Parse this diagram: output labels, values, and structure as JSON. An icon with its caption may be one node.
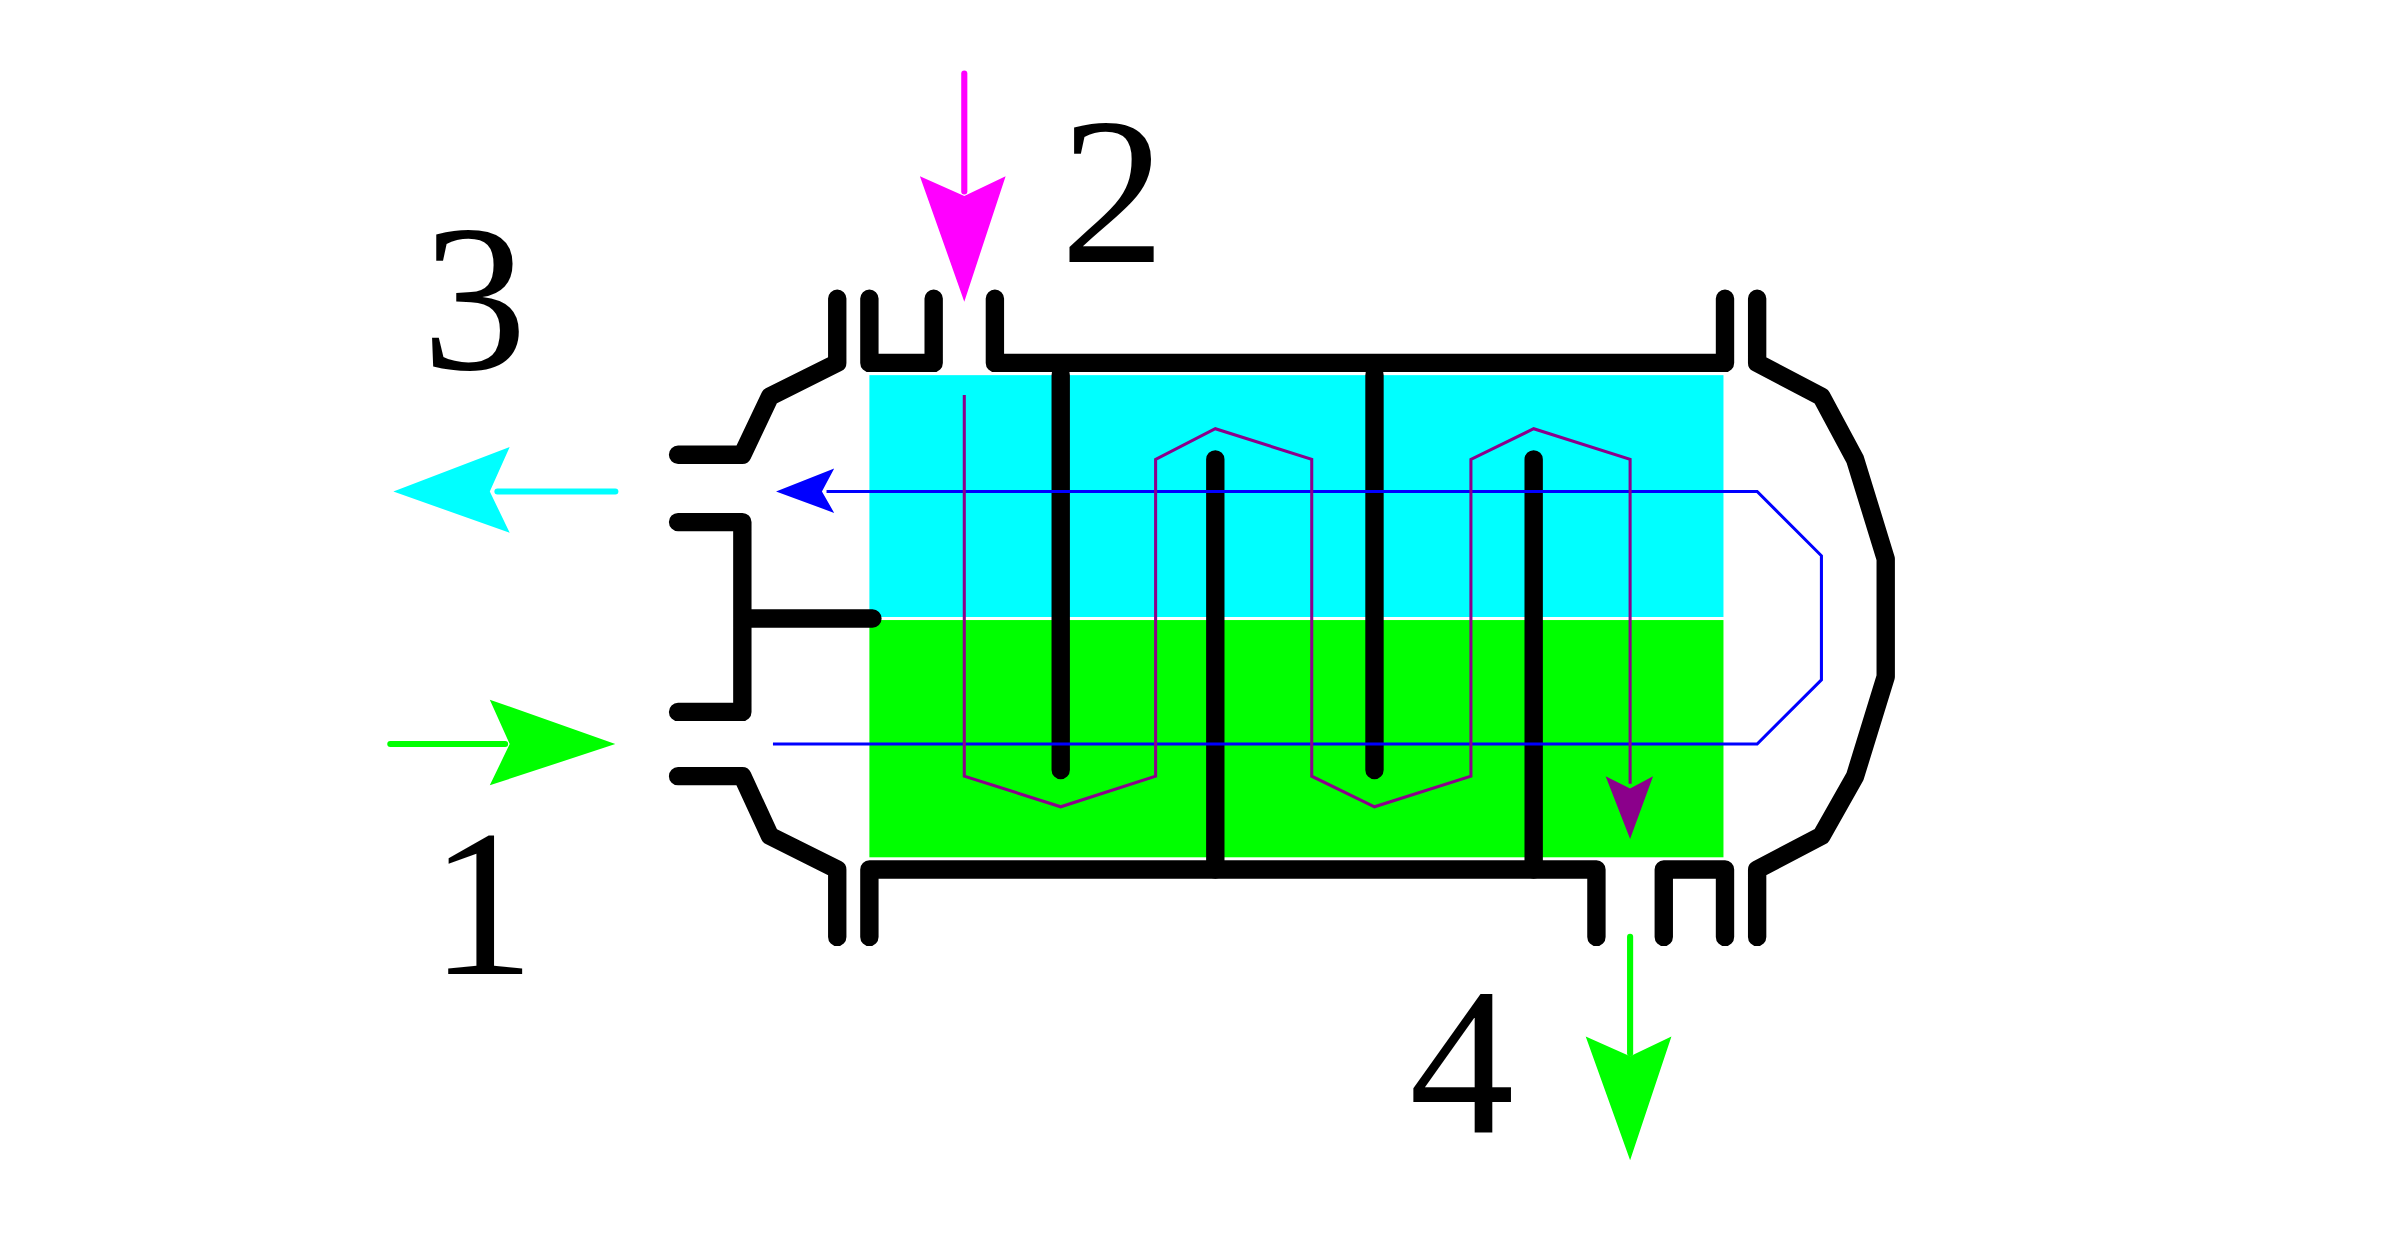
{
  "diagram": {
    "labels": [
      "2",
      "3",
      "1",
      "4"
    ]
  }
}
